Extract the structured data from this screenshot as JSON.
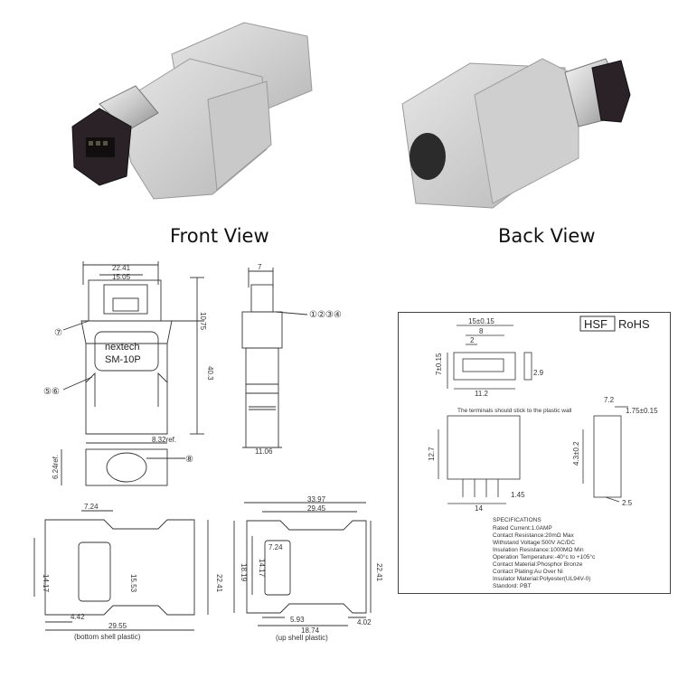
{
  "photos": {
    "front_caption": "Front View",
    "back_caption": "Back View"
  },
  "front_drawing": {
    "dims": {
      "top_width": "22.41",
      "inner_width": "15.05",
      "plug_height": "10.75",
      "total_height": "40.3",
      "ref_width": "8.32ref.",
      "ref_height": "6.24ref."
    },
    "label_brand": "nextech",
    "label_model": "SM-10P",
    "callouts": {
      "c7": "⑦",
      "c56": "⑤⑥",
      "c8": "⑧"
    }
  },
  "side_drawing": {
    "top_width": "7",
    "base_width": "11.06",
    "callout": "①②③④"
  },
  "bottom_shell": {
    "dims": {
      "top": "7.24",
      "left": "14.17",
      "mid": "15.53",
      "right": "22.41",
      "foot": "4.42",
      "width": "29.55"
    },
    "caption": "(bottom shell plastic)"
  },
  "up_shell": {
    "dims": {
      "overall": "33.97",
      "inner": "29.45",
      "left": "18.19",
      "mid": "14.17",
      "window": "7.24",
      "right": "22.41",
      "foot1": "5.93",
      "foot2": "18.74",
      "foot3": "4.02"
    },
    "caption": "(up shell plastic)"
  },
  "spec_sheet": {
    "brand_box": "HSF",
    "brand_text": "RoHS",
    "dims": {
      "w1": "15±0.15",
      "w2": "8",
      "w3": "2",
      "h1": "7±0.15",
      "h2": "2.9",
      "w4": "11.2",
      "s1": "7.2",
      "s2": "1.75±0.15",
      "h3": "12.7",
      "h4": "4.3±0.2",
      "b1": "1.45",
      "b2": "14",
      "b3": "2.5"
    },
    "note": "The terminals should stick to the plastic wall",
    "specs_title": "SPECIFICATIONS",
    "specs": [
      "Rated Current:1.0AMP",
      "Contact Resistance:20mΩ Max",
      "Withstand Voltage:500V AC/DC",
      "Insulation Resistance:1000MΩ Min",
      "Operation Temperature:-40°c to +105°c",
      "Contact Material:Phosphor Bronze",
      "Contact Plating:Au Over Ni",
      "Insulator Material:Polyester(UL94V-0)",
      "Standord:                    PBT"
    ]
  }
}
